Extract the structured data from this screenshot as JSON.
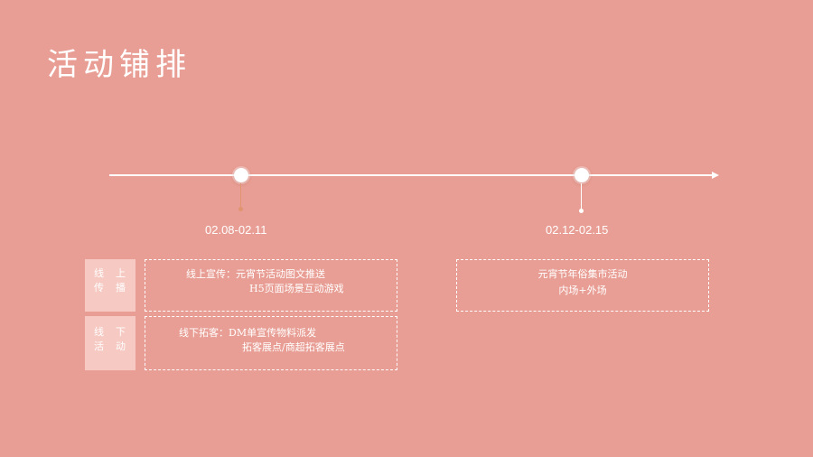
{
  "slide": {
    "title": "活动铺排"
  },
  "timeline": {
    "milestones": [
      {
        "date": "02.08-02.11"
      },
      {
        "date": "02.12-02.15"
      }
    ]
  },
  "rows": [
    {
      "label_line1": "线　上",
      "label_line2": "传　播",
      "content_line1": "线上宣传：元宵节活动图文推送",
      "content_line2": "H5页面场景互动游戏"
    },
    {
      "label_line1": "线　下",
      "label_line2": "活　动",
      "content_line1": "线下拓客：DM单宣传物料派发",
      "content_line2": "拓客展点/商超拓客展点"
    }
  ],
  "event_box": {
    "line1": "元宵节年俗集市活动",
    "line2": "内场+外场"
  },
  "colors": {
    "background": "#e89e94",
    "label_fill": "#f6c9c2",
    "accent_stem": "#e0946f",
    "foreground": "#ffffff"
  }
}
